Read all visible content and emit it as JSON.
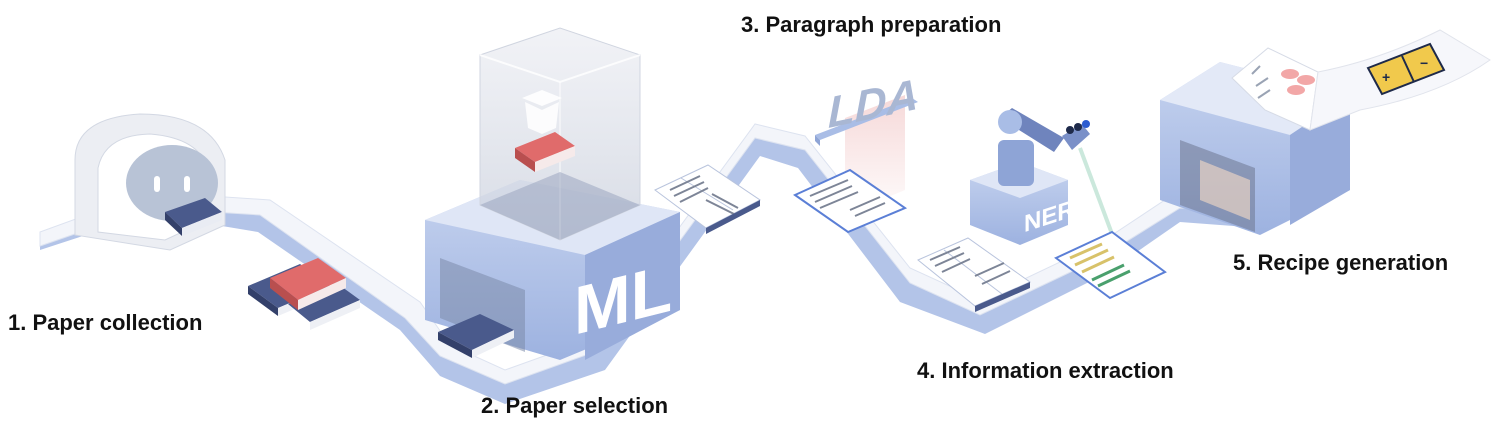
{
  "steps": [
    {
      "label": "1. Paper collection"
    },
    {
      "label": "2. Paper selection"
    },
    {
      "label": "3. Paragraph preparation"
    },
    {
      "label": "4. Information extraction"
    },
    {
      "label": "5. Recipe generation"
    }
  ],
  "machines": {
    "ml": "ML",
    "lda": "LDA",
    "ner": "NER"
  },
  "colors": {
    "belt_top": "#f3f5fa",
    "belt_side": "#b3c4e8",
    "machine_blue": "#a9bde6",
    "book_navy": "#4a5a8c",
    "book_red": "#e06b6b",
    "text": "#111111"
  },
  "icons": [
    "trash-icon",
    "robot-arm-icon",
    "battery-icon",
    "book-icon",
    "open-book-icon",
    "paper-icon"
  ]
}
